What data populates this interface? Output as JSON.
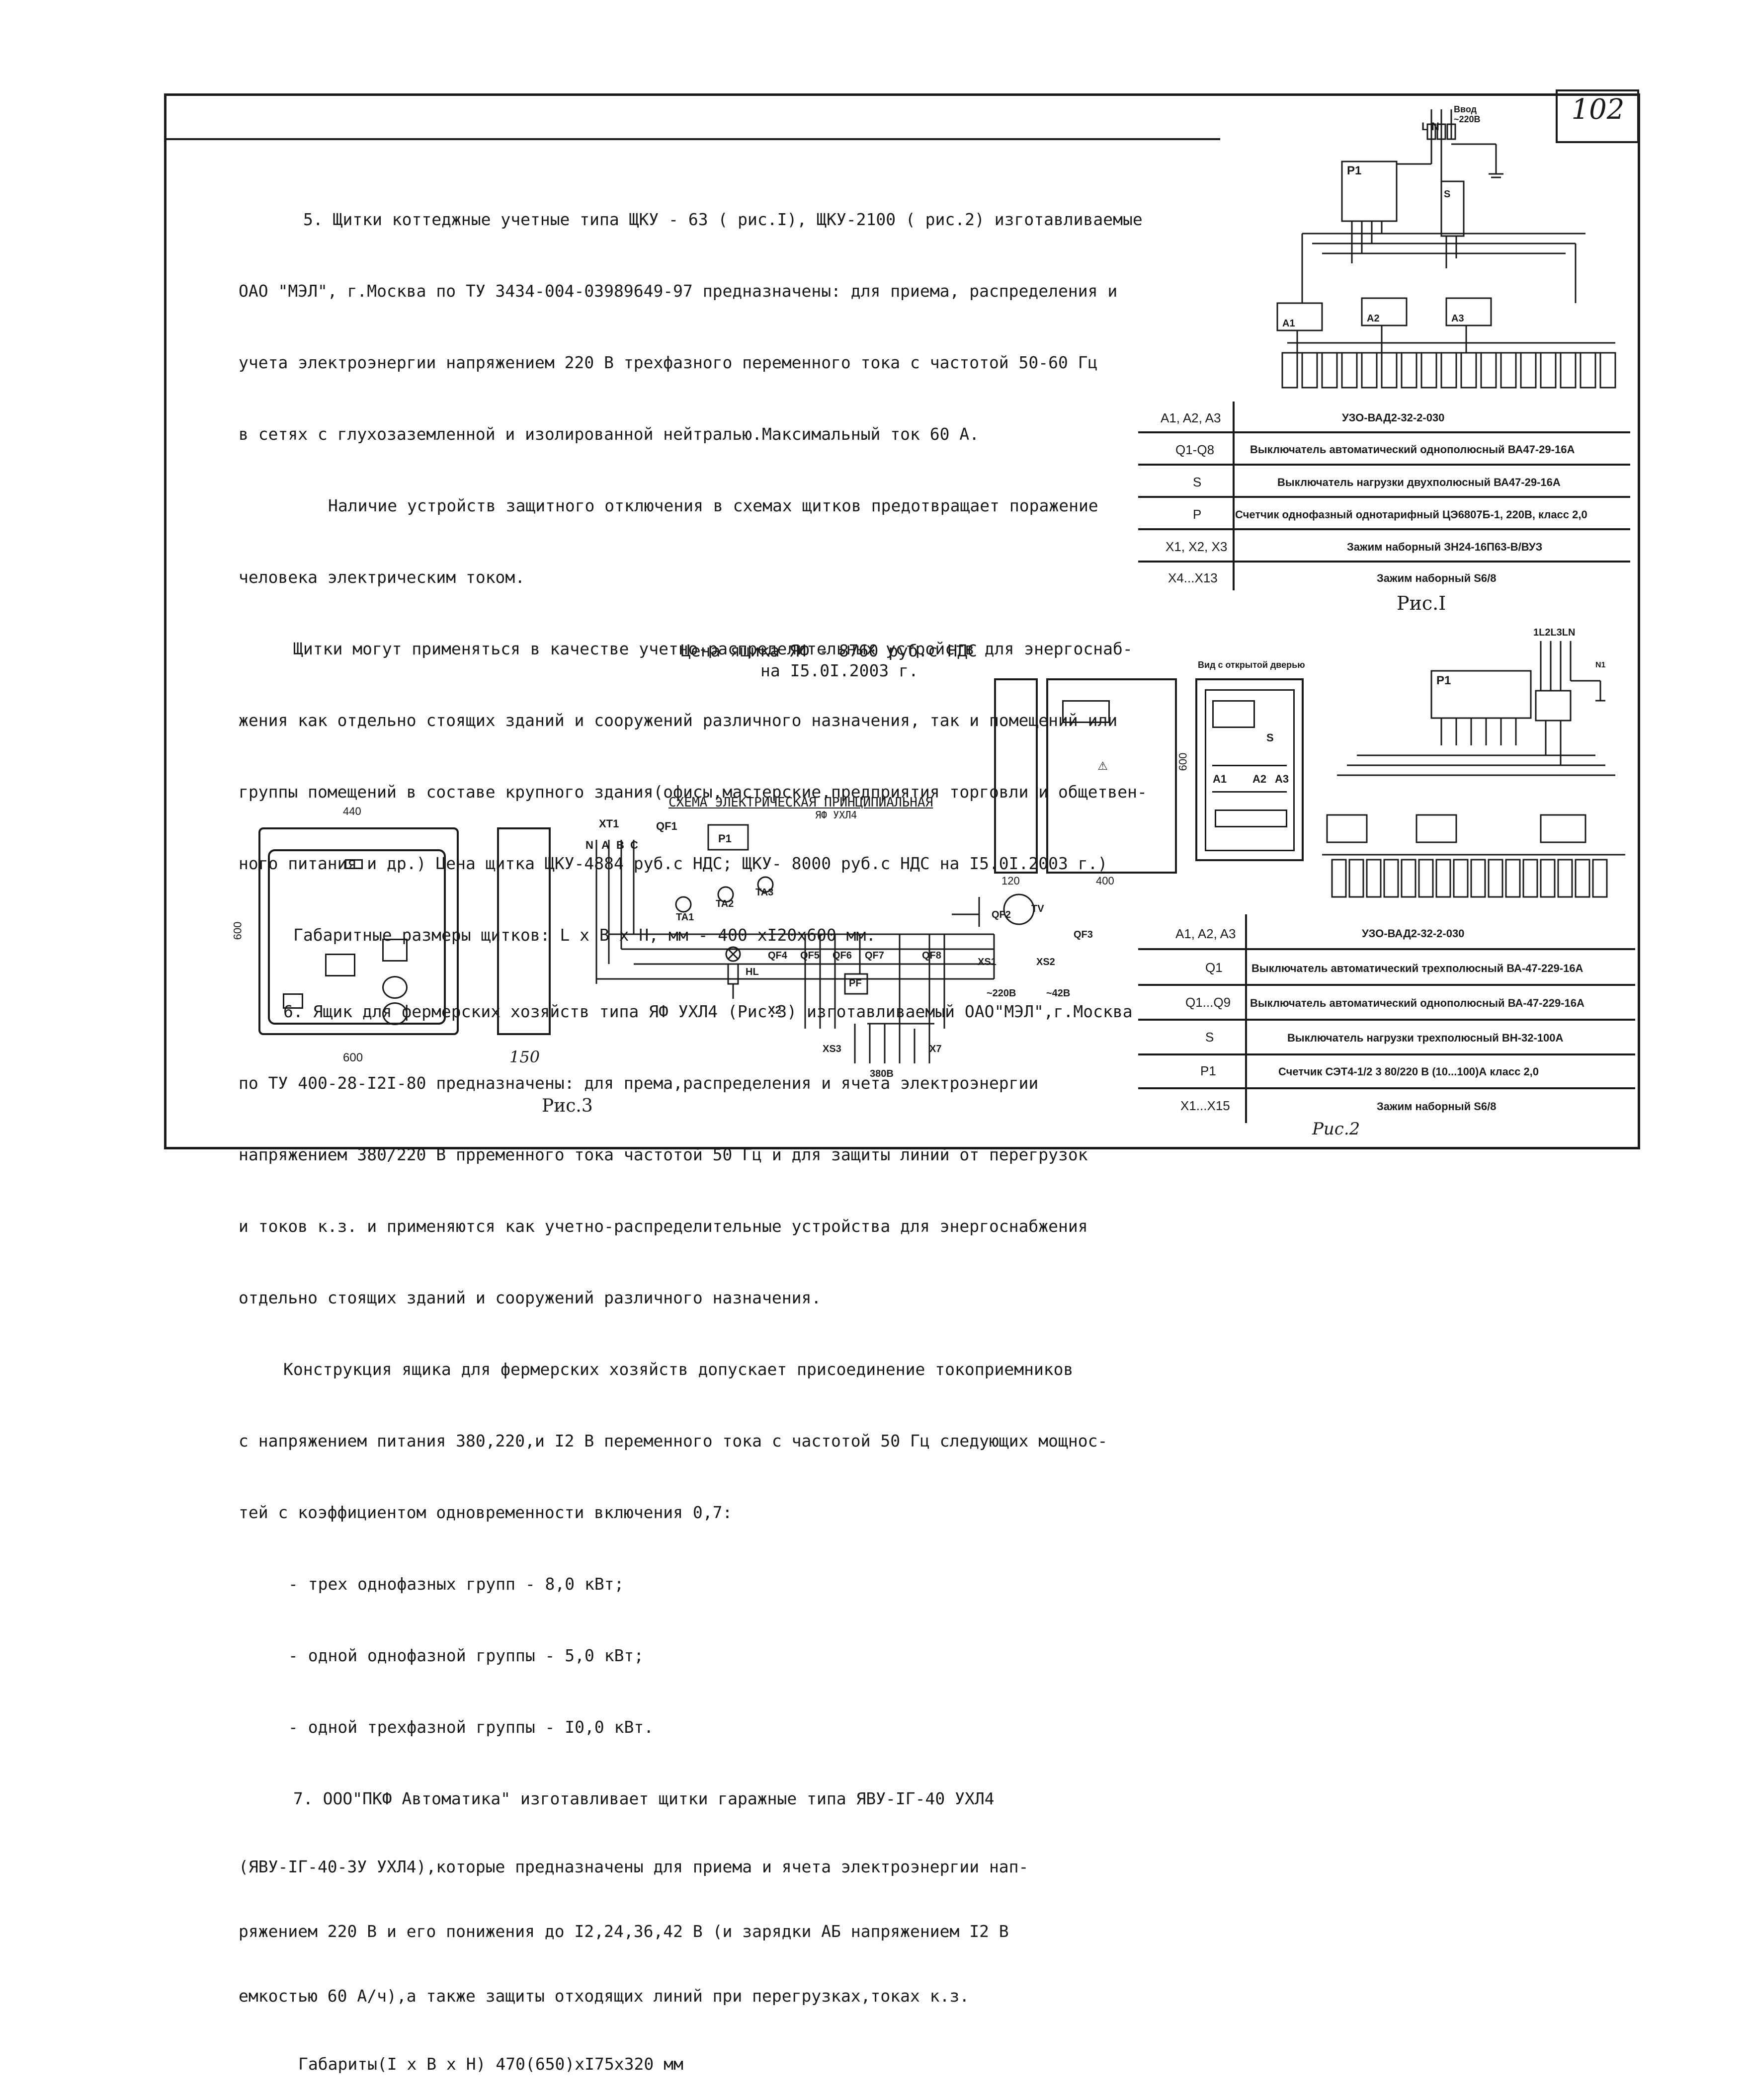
{
  "page_number": "102",
  "paragraphs": [
    "5. Щитки коттеджные учетные типа ЩКУ - 63 ( рис.I), ЩКУ-2100 ( рис.2) изготавливаемые",
    "ОАО \"МЭЛ\", г.Москва по ТУ 3434-004-03989649-97 предназначены: для приема, распределения и",
    "учета электроэнергии напряжением 220 В трехфазного переменного тока с частотой 50-60 Гц",
    "в сетях с глухозаземленной и изолированной нейтралью.Максимальный ток 60 А.",
    "Наличие устройств защитного отключения в схемах щитков предотвращает поражение",
    "человека электрическим током.",
    "Щитки могут применяться в качестве учетно-распределительных устройств для энергоснаб-",
    "жения как отдельно стоящих зданий и сооружений различного назначения, так и помещений или",
    "группы помещений в составе крупного здания(офисы,мастерские,предприятия торговли и общетвен-",
    "ного питания и др.) Цена щитка ЩКУ-4884 руб.с НДС; ЩКУ- 8000 руб.с НДС на I5.0I.2003 г.)",
    "Габаритные размеры щитков: L x B x H, мм - 400 xI20x600 мм.",
    "6. Ящик для фермерских хозяйств типа ЯФ УХЛ4 (Рис.3) изготавливаемый ОАО\"МЭЛ\",г.Москва",
    "по ТУ 400-28-I2I-80 предназначены: для према,распределения и ячета электроэнергии",
    "напряжением 380/220 В прременного тока частотой 50 Гц и для защиты линий от перегрузок",
    "и токов к.з. и применяются как учетно-распределительные устройства для энергоснабжения",
    "отдельно стоящих зданий и сооружений различного назначения.",
    "Конструкция ящика для фермерских хозяйств допускает присоединение токоприемников",
    "с напряжением питания 380,220,и I2 В переменного тока с частотой 50 Гц следующих мощнос-",
    "тей с коэффициентом одновременности включения 0,7:",
    "- трех однофазных групп - 8,0 кВт;",
    "- одной однофазной группы - 5,0 кВт;",
    "- одной трехфазной группы - I0,0 кВт.",
    "7. ООО\"ПКФ Автоматика\" изготавливает щитки гаражные типа ЯВУ-IГ-40 УХЛ4",
    "(ЯВУ-IГ-40-3У УХЛ4),которые предназначены для приема и ячета электроэнергии нап-",
    "ряжением 220 В и его понижения до I2,24,36,42 В (и зарядки АБ напряжением I2 В",
    "емкостью 60 А/ч),а также защиты отходящих линий при перегрузках,токах к.з.",
    "Габариты(I x B x H) 470(650)xI75x320 мм"
  ],
  "price_note": {
    "line1": "Цена ящика ЯФ - 8760 руб.с НДС",
    "line2": "на I5.0I.2003 г."
  },
  "fig1": {
    "caption": "Рис.I",
    "input_label": "Ввод ~220В",
    "rows": [
      {
        "ref": "A1, A2, A3",
        "desc": "УЗО-ВАД2-32-2-030"
      },
      {
        "ref": "Q1-Q8",
        "desc": "Выключатель автоматический однополюсный ВА47-29-16А"
      },
      {
        "ref": "S",
        "desc": "Выключатель нагрузки двухполюсный ВА47-29-16А"
      },
      {
        "ref": "P",
        "desc": "Счетчик однофазный однотарифный ЦЭ6807Б-1, 220В, класс 2,0"
      },
      {
        "ref": "X1, X2, X3",
        "desc": "Зажим наборный ЗН24-16П63-В/ВУЗ"
      },
      {
        "ref": "X4...X13",
        "desc": "Зажим наборный S6/8"
      }
    ]
  },
  "fig2": {
    "caption": "Рис.2",
    "front_view_label": "Вид с открытой дверью",
    "dims": {
      "width": "400",
      "depth": "120",
      "height": "600"
    },
    "rows": [
      {
        "ref": "A1, A2, A3",
        "desc": "УЗО-ВАД2-32-2-030"
      },
      {
        "ref": "Q1",
        "desc": "Выключатель автоматический трехполюсный ВА-47-229-16А"
      },
      {
        "ref": "Q1...Q9",
        "desc": "Выключатель автоматический однополюсный ВА-47-229-16А"
      },
      {
        "ref": "S",
        "desc": "Выключатель нагрузки трехполюсный ВН-32-100А"
      },
      {
        "ref": "P1",
        "desc": "Счетчик СЭТ4-1/2 3 80/220 В (10...100)А класс 2,0"
      },
      {
        "ref": "X1...X15",
        "desc": "Зажим наборный S6/8"
      }
    ]
  },
  "fig3": {
    "caption": "Рис.3",
    "schema_title": "СХЕМА ЭЛЕКТРИЧЕСКАЯ ПРИНЦИПИАЛЬНАЯ",
    "schema_subtitle": "ЯФ УХЛ4",
    "dims": {
      "top": "440",
      "bottom": "600",
      "side": "600",
      "depth": "150"
    },
    "labels": [
      "XT1",
      "QF1",
      "N",
      "A",
      "B",
      "C",
      "P1",
      "TA1",
      "TA2",
      "TA3",
      "HL",
      "QF2",
      "TV",
      "QF3",
      "QF4",
      "QF5",
      "QF6",
      "QF7",
      "QF8",
      "PF",
      "XS1",
      "XS2",
      "~220В",
      "~42В",
      "X2",
      "XS3",
      "X7",
      "380В"
    ]
  },
  "diag_labels_fig1": [
    "P1",
    "A1",
    "A2",
    "A3",
    "S",
    "L",
    "N"
  ],
  "diag_labels_fig2": [
    "1L2L3LN",
    "P1",
    "S",
    "A1",
    "A2",
    "A3",
    "N1"
  ]
}
